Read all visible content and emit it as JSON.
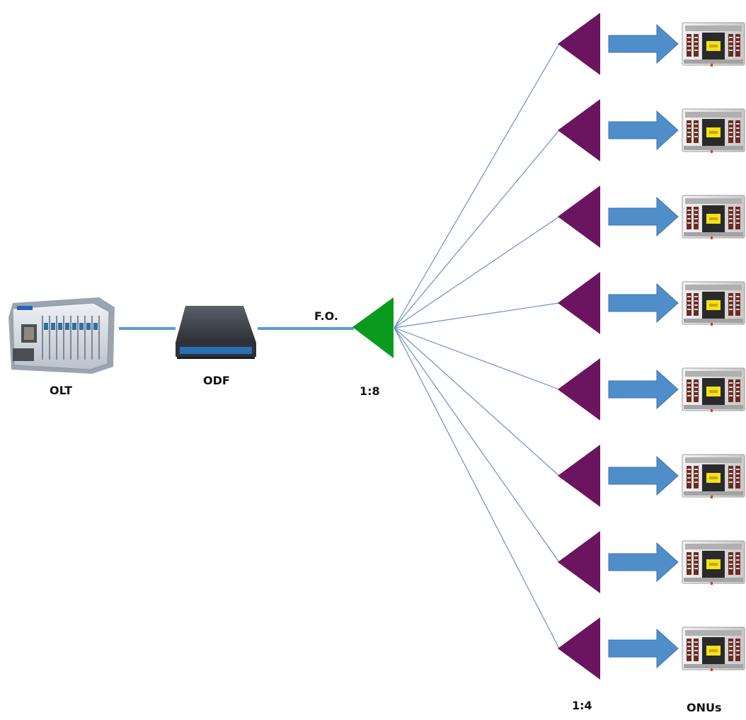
{
  "labels": {
    "olt": "OLT",
    "odf": "ODF",
    "fiber": "F.O.",
    "primary_ratio": "1:8",
    "secondary_ratio": "1:4",
    "onus": "ONUs"
  },
  "colors": {
    "fiber_link": "#5b9bd5",
    "fan_line": "#6d8fc7",
    "primary_splitter": "#0a9a1e",
    "secondary_splitter": "#6b1460",
    "arrow_fill": "#4f8ec9",
    "arrow_stroke": "#3d75ad"
  },
  "icons": {
    "olt": "olt-chassis-icon",
    "odf": "odf-rack-unit-icon",
    "onu": "onu-device-icon"
  },
  "branch_count": 8
}
